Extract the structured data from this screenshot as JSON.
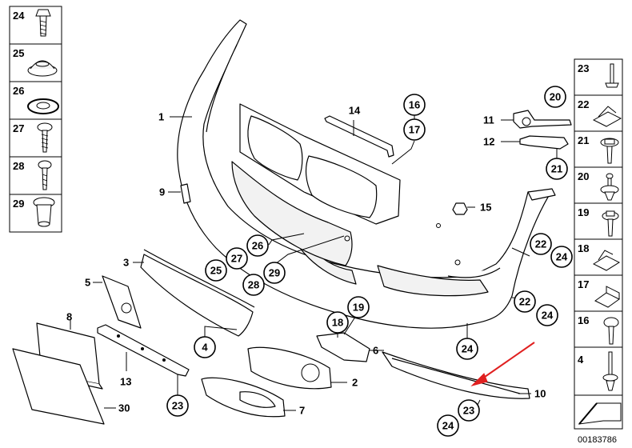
{
  "drawing_id": "00183786",
  "highlight_color": "#e02020",
  "left_column_parts": [
    "24",
    "25",
    "26",
    "27",
    "28",
    "29"
  ],
  "right_column_parts": [
    "23",
    "22",
    "21",
    "20",
    "19",
    "18",
    "17",
    "16",
    "4"
  ],
  "callouts": {
    "c14": "14",
    "c16": "16",
    "c17": "17",
    "c20": "20",
    "c21": "21",
    "c22a": "22",
    "c24a": "24",
    "c22b": "22",
    "c24b": "24",
    "c24c": "24",
    "c26": "26",
    "c27": "27",
    "c25": "25",
    "c29": "29",
    "c28": "28",
    "c4": "4",
    "c19": "19",
    "c18": "18",
    "c23a": "23",
    "c23b": "23",
    "c24d": "24"
  },
  "labels": {
    "l1": "1",
    "l9": "9",
    "l3": "3",
    "l5": "5",
    "l8": "8",
    "l13": "13",
    "l30": "30",
    "l11": "11",
    "l12": "12",
    "l15": "15",
    "l6": "6",
    "l2": "2",
    "l7": "7",
    "l10": "10"
  }
}
